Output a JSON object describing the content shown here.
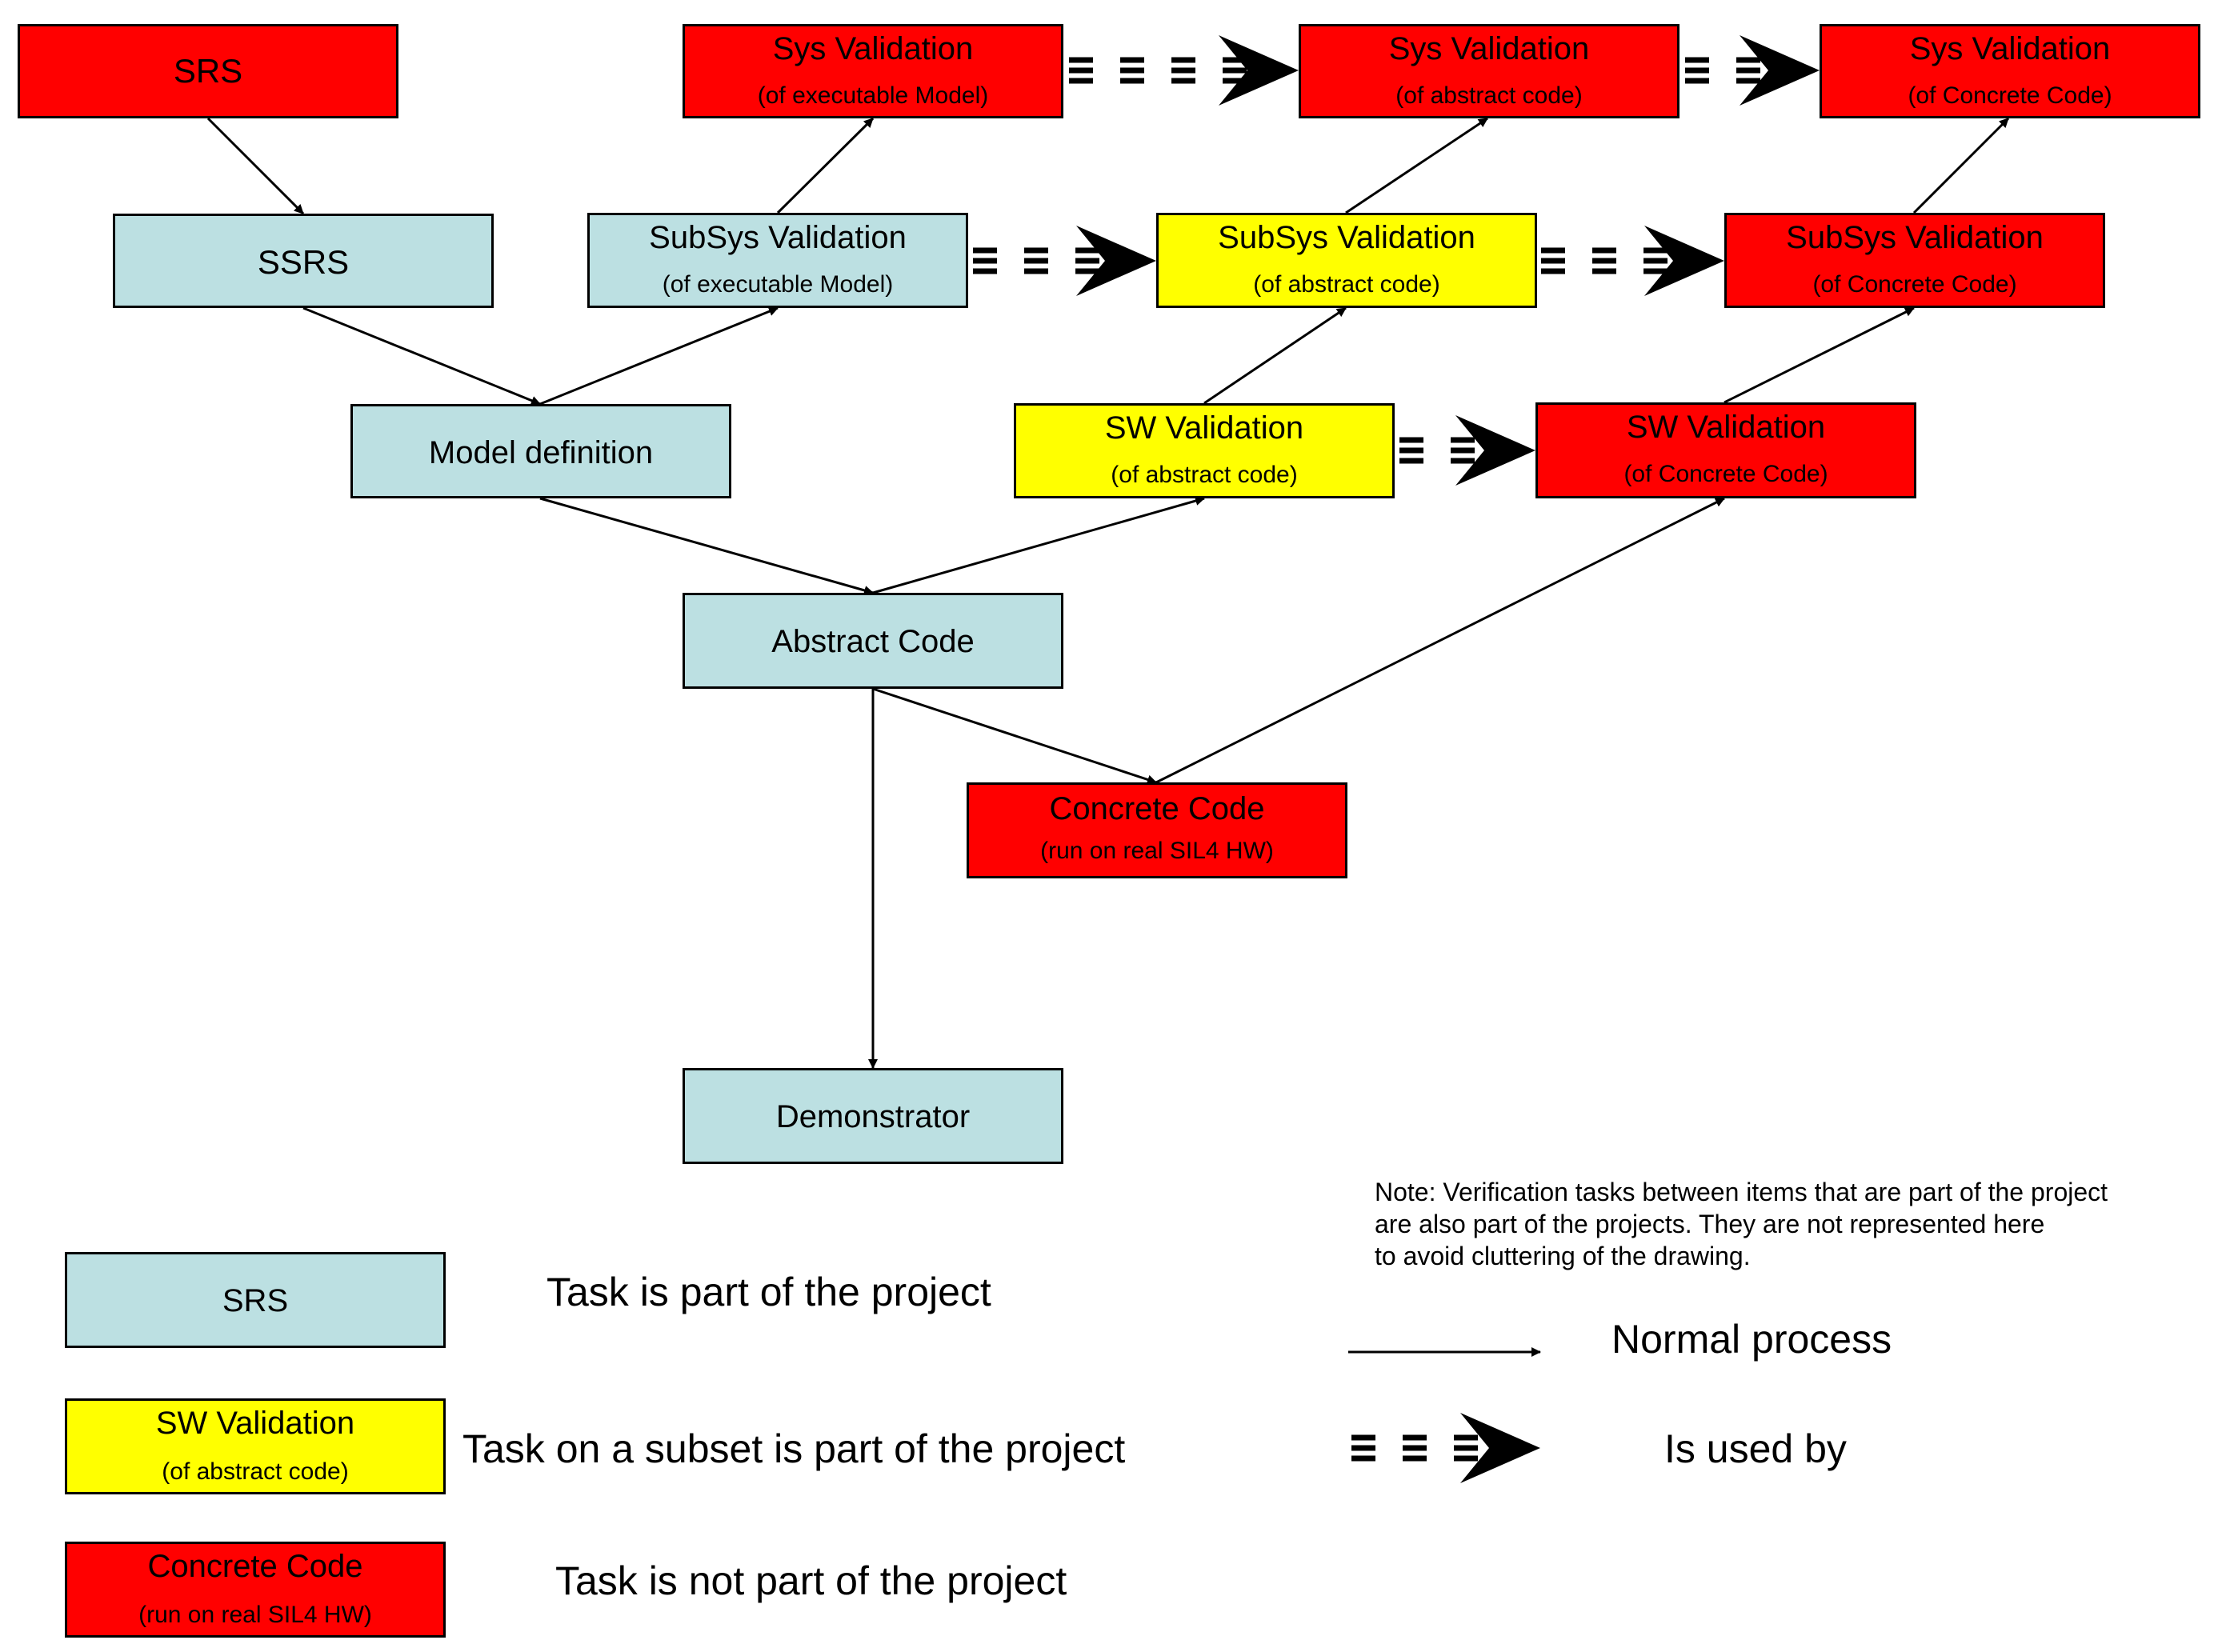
{
  "colors": {
    "project": "#bce0e2",
    "subset": "#ffff00",
    "not_project": "#ff0000",
    "stroke": "#000000"
  },
  "nodes": {
    "srs": {
      "title": "SRS",
      "sub": ""
    },
    "ssrs": {
      "title": "SSRS",
      "sub": ""
    },
    "model_def": {
      "title": "Model definition",
      "sub": ""
    },
    "abstract_code": {
      "title": "Abstract Code",
      "sub": ""
    },
    "demonstrator": {
      "title": "Demonstrator",
      "sub": ""
    },
    "concrete_code": {
      "title": "Concrete Code",
      "sub": "(run on real SIL4 HW)"
    },
    "sys_val_exec": {
      "title": "Sys Validation",
      "sub": "(of executable Model)"
    },
    "sys_val_abs": {
      "title": "Sys Validation",
      "sub": "(of abstract code)"
    },
    "sys_val_conc": {
      "title": "Sys Validation",
      "sub": "(of Concrete Code)"
    },
    "subsys_val_exec": {
      "title": "SubSys Validation",
      "sub": "(of executable Model)"
    },
    "subsys_val_abs": {
      "title": "SubSys Validation",
      "sub": "(of abstract code)"
    },
    "subsys_val_conc": {
      "title": "SubSys Validation",
      "sub": "(of Concrete Code)"
    },
    "sw_val_abs": {
      "title": "SW Validation",
      "sub": "(of abstract code)"
    },
    "sw_val_conc": {
      "title": "SW Validation",
      "sub": "(of Concrete Code)"
    }
  },
  "note": {
    "line1": "Note: Verification tasks between items that are part of the project",
    "line2": "are also part of the projects. They are not represented here",
    "line3": "to avoid cluttering of the drawing."
  },
  "legend": {
    "project": {
      "box_title": "SRS",
      "box_sub": "",
      "text": "Task is part of the project"
    },
    "subset": {
      "box_title": "SW Validation",
      "box_sub": "(of abstract code)",
      "text": "Task on a subset is part of the project"
    },
    "not_project": {
      "box_title": "Concrete Code",
      "box_sub": "(run on real SIL4 HW)",
      "text": "Task is not part of the project"
    },
    "normal": {
      "text": "Normal process"
    },
    "used_by": {
      "text": "Is used by"
    }
  }
}
